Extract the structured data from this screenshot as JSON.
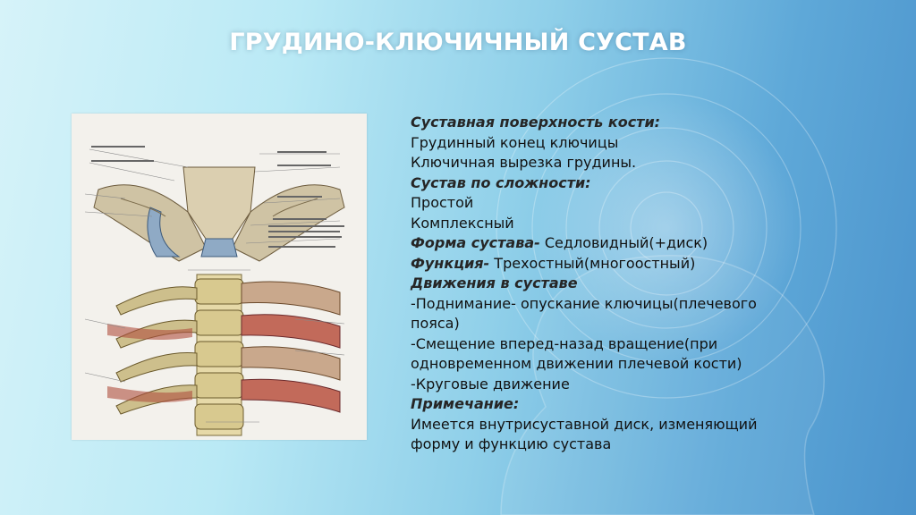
{
  "title": "ГРУДИНО-КЛЮЧИЧНЫЙ СУСТАВ",
  "content": {
    "surface_label": "Суставная поверхность кости:",
    "surface_1": "Грудинный конец ключицы",
    "surface_2": "Ключичная вырезка грудины.",
    "complexity_label": "Сустав по сложности:",
    "complexity_1": "Простой",
    "complexity_2": "Комплексный",
    "shape_label": "Форма сустава-",
    "shape_value": " Седловидный(+диск)",
    "function_label": "Функция-",
    "function_value": " Трехостный(многоостный)",
    "movements_label": "Движения в суставе",
    "movement_1a": "-Поднимание- опускание ключицы(плечевого",
    "movement_1b": "пояса)",
    "movement_2a": "-Смещение вперед-назад вращение(при",
    "movement_2b": "одновременном движении плечевой кости)",
    "movement_3": "-Круговые движение",
    "note_label": "Примечание:",
    "note_1": "Имеется внутрисуставной диск, изменяющий",
    "note_2": "форму и функцию сустава"
  },
  "colors": {
    "title": "#ffffff",
    "heading": "#262626",
    "body_text": "#111111",
    "background_light": "#d6f3f9",
    "background_dark": "#4b93cc"
  }
}
